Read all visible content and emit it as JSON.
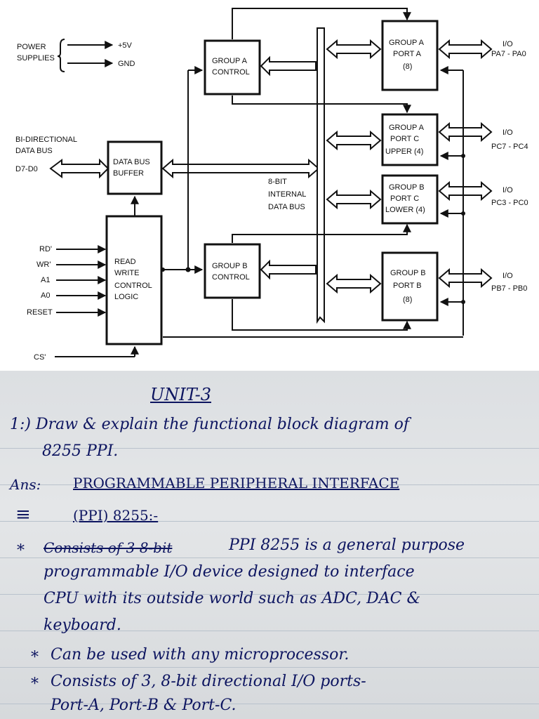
{
  "diagram": {
    "power": {
      "label1": "POWER",
      "label2": "SUPPLIES",
      "plus": "+5V",
      "gnd": "GND"
    },
    "databus": {
      "label1": "BI-DIRECTIONAL",
      "label2": "DATA BUS",
      "pins": "D7-D0"
    },
    "buffer": {
      "line1": "DATA BUS",
      "line2": "BUFFER"
    },
    "rw": {
      "line1": "READ",
      "line2": "WRITE",
      "line3": "CONTROL",
      "line4": "LOGIC"
    },
    "signals": [
      "RD'",
      "WR'",
      "A1",
      "A0",
      "RESET"
    ],
    "cs": "CS'",
    "grp_a_ctrl": {
      "line1": "GROUP A",
      "line2": "CONTROL"
    },
    "grp_b_ctrl": {
      "line1": "GROUP B",
      "line2": "CONTROL"
    },
    "internal_bus": {
      "line1": "8-BIT",
      "line2": "INTERNAL",
      "line3": "DATA BUS"
    },
    "port_a": {
      "line1": "GROUP A",
      "line2": "PORT A",
      "line3": "(8)"
    },
    "port_c_upper": {
      "line1": "GROUP A",
      "line2": "PORT C",
      "line3": "UPPER (4)"
    },
    "port_c_lower": {
      "line1": "GROUP B",
      "line2": "PORT C",
      "line3": "LOWER (4)"
    },
    "port_b": {
      "line1": "GROUP B",
      "line2": "PORT B",
      "line3": "(8)"
    },
    "io": [
      {
        "label": "I/O",
        "pins": "PA7 - PA0"
      },
      {
        "label": "I/O",
        "pins": "PC7 - PC4"
      },
      {
        "label": "I/O",
        "pins": "PC3 - PC0"
      },
      {
        "label": "I/O",
        "pins": "PB7 - PB0"
      }
    ]
  },
  "notes": {
    "unit": "UNIT-3",
    "q_line1": "1:) Draw & explain the functional block diagram of",
    "q_line2": "8255 PPI.",
    "ans_mark": "Ans:",
    "heading1": "PROGRAMMABLE PERIPHERAL INTERFACE",
    "heading2": "(PPI) 8255:-",
    "eq_mark": "≡",
    "bullet1_struck": "Consists of 3 8-bit",
    "bullet1_line1": "PPI 8255 is a general purpose",
    "bullet1_line2": "programmable I/O device designed to interface",
    "bullet1_line3": "CPU with its outside world such as ADC, DAC &",
    "bullet1_line4": "keyboard.",
    "bullet2": "Can be used with any microprocessor.",
    "bullet3_line1": "Consists of 3, 8-bit directional I/O ports-",
    "bullet3_line2": "Port-A, Port-B & Port-C."
  }
}
